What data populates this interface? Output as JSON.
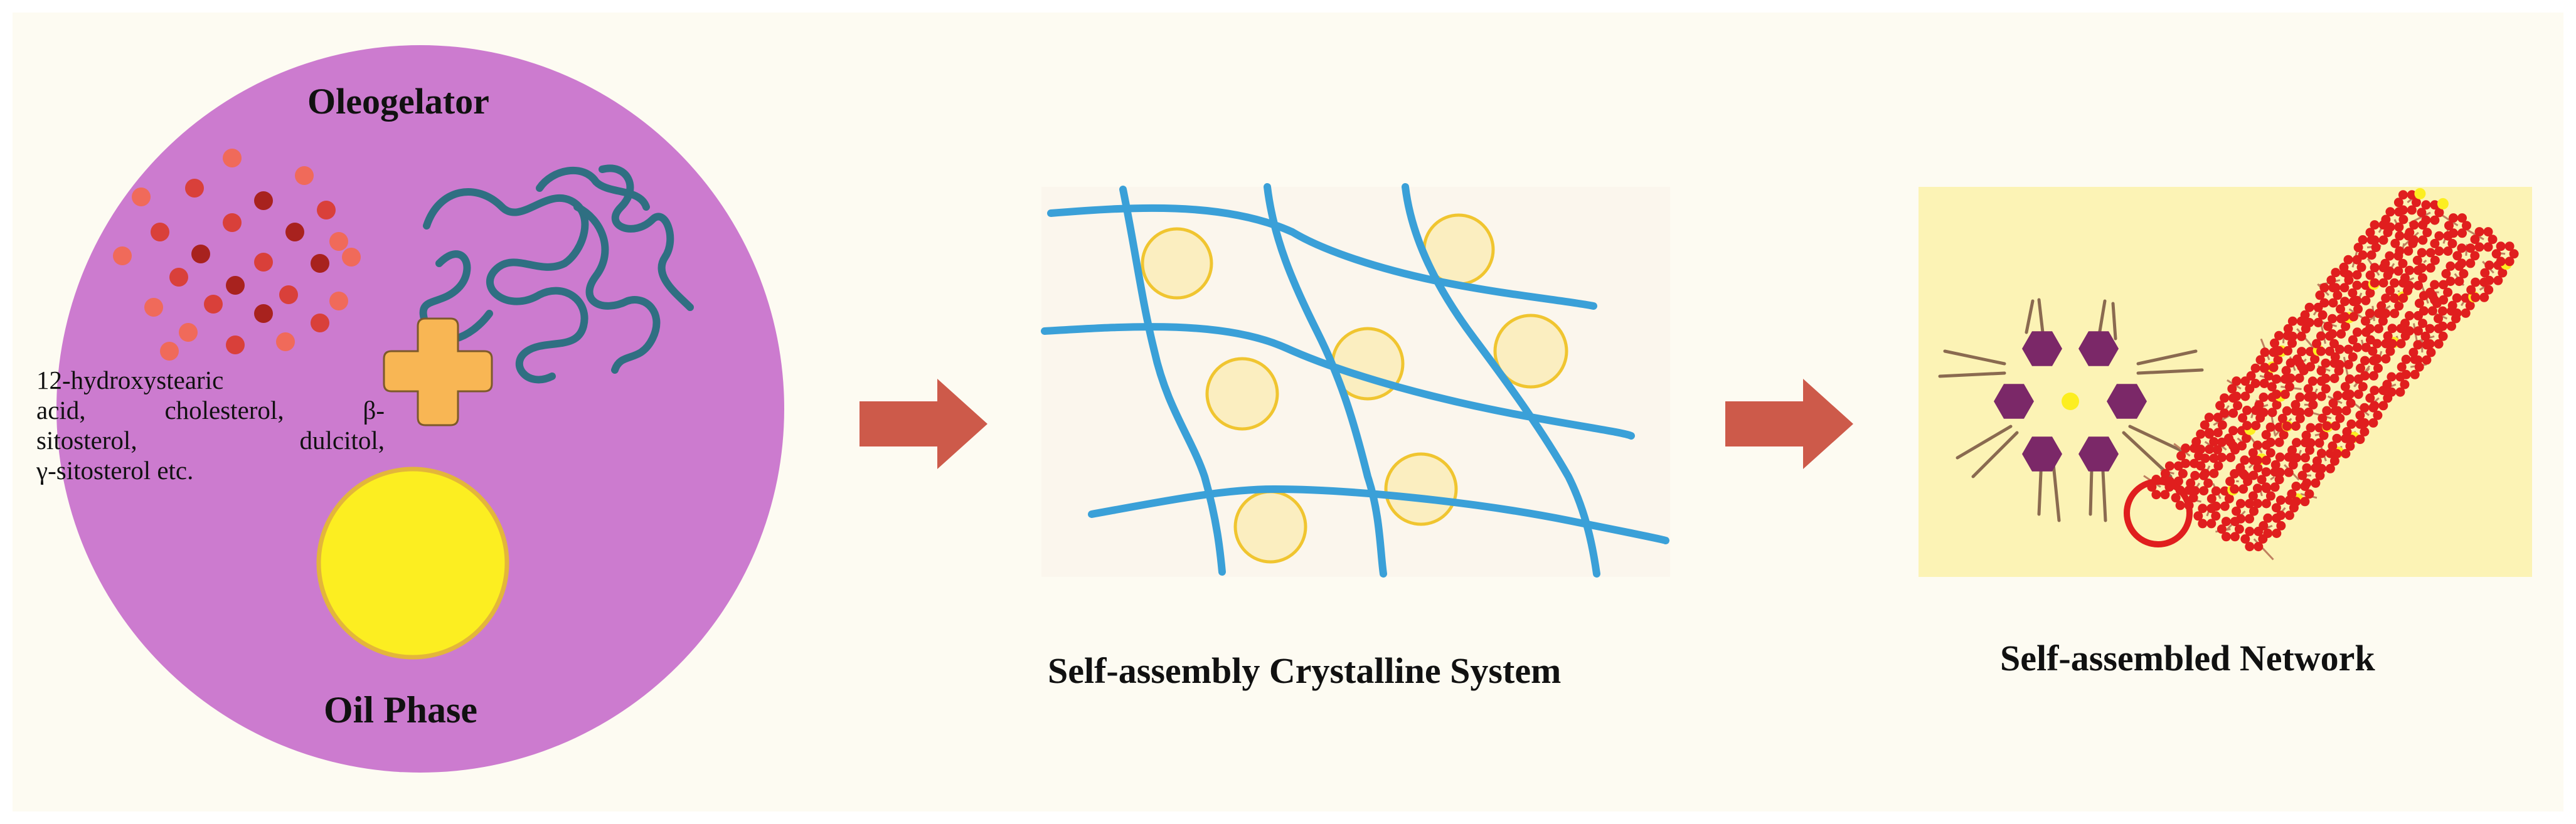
{
  "oleogelator": {
    "title": "Oleogelator",
    "examples_lines": [
      "12-hydroxystearic",
      "acid, cholesterol, β-",
      "sitosterol, dulcitol,",
      "γ-sitosterol etc."
    ]
  },
  "oil_phase": {
    "title": "Oil Phase"
  },
  "middle_panel": {
    "caption": "Self-assembly Crystalline System"
  },
  "right_panel": {
    "caption": "Self-assembled Network"
  },
  "colors": {
    "circle_fill": "#cc7bcf",
    "fiber": "#3aa0d8",
    "droplet_fill": "#fbeec0",
    "droplet_stroke": "#f0c530",
    "arrow": "#cd5a4a",
    "plus": "#f8b654",
    "oil": "#fcee21",
    "hexagon": "#7b2868",
    "network_red": "#e01e1e"
  },
  "icons": [
    "plus-icon",
    "arrow-right-icon"
  ]
}
